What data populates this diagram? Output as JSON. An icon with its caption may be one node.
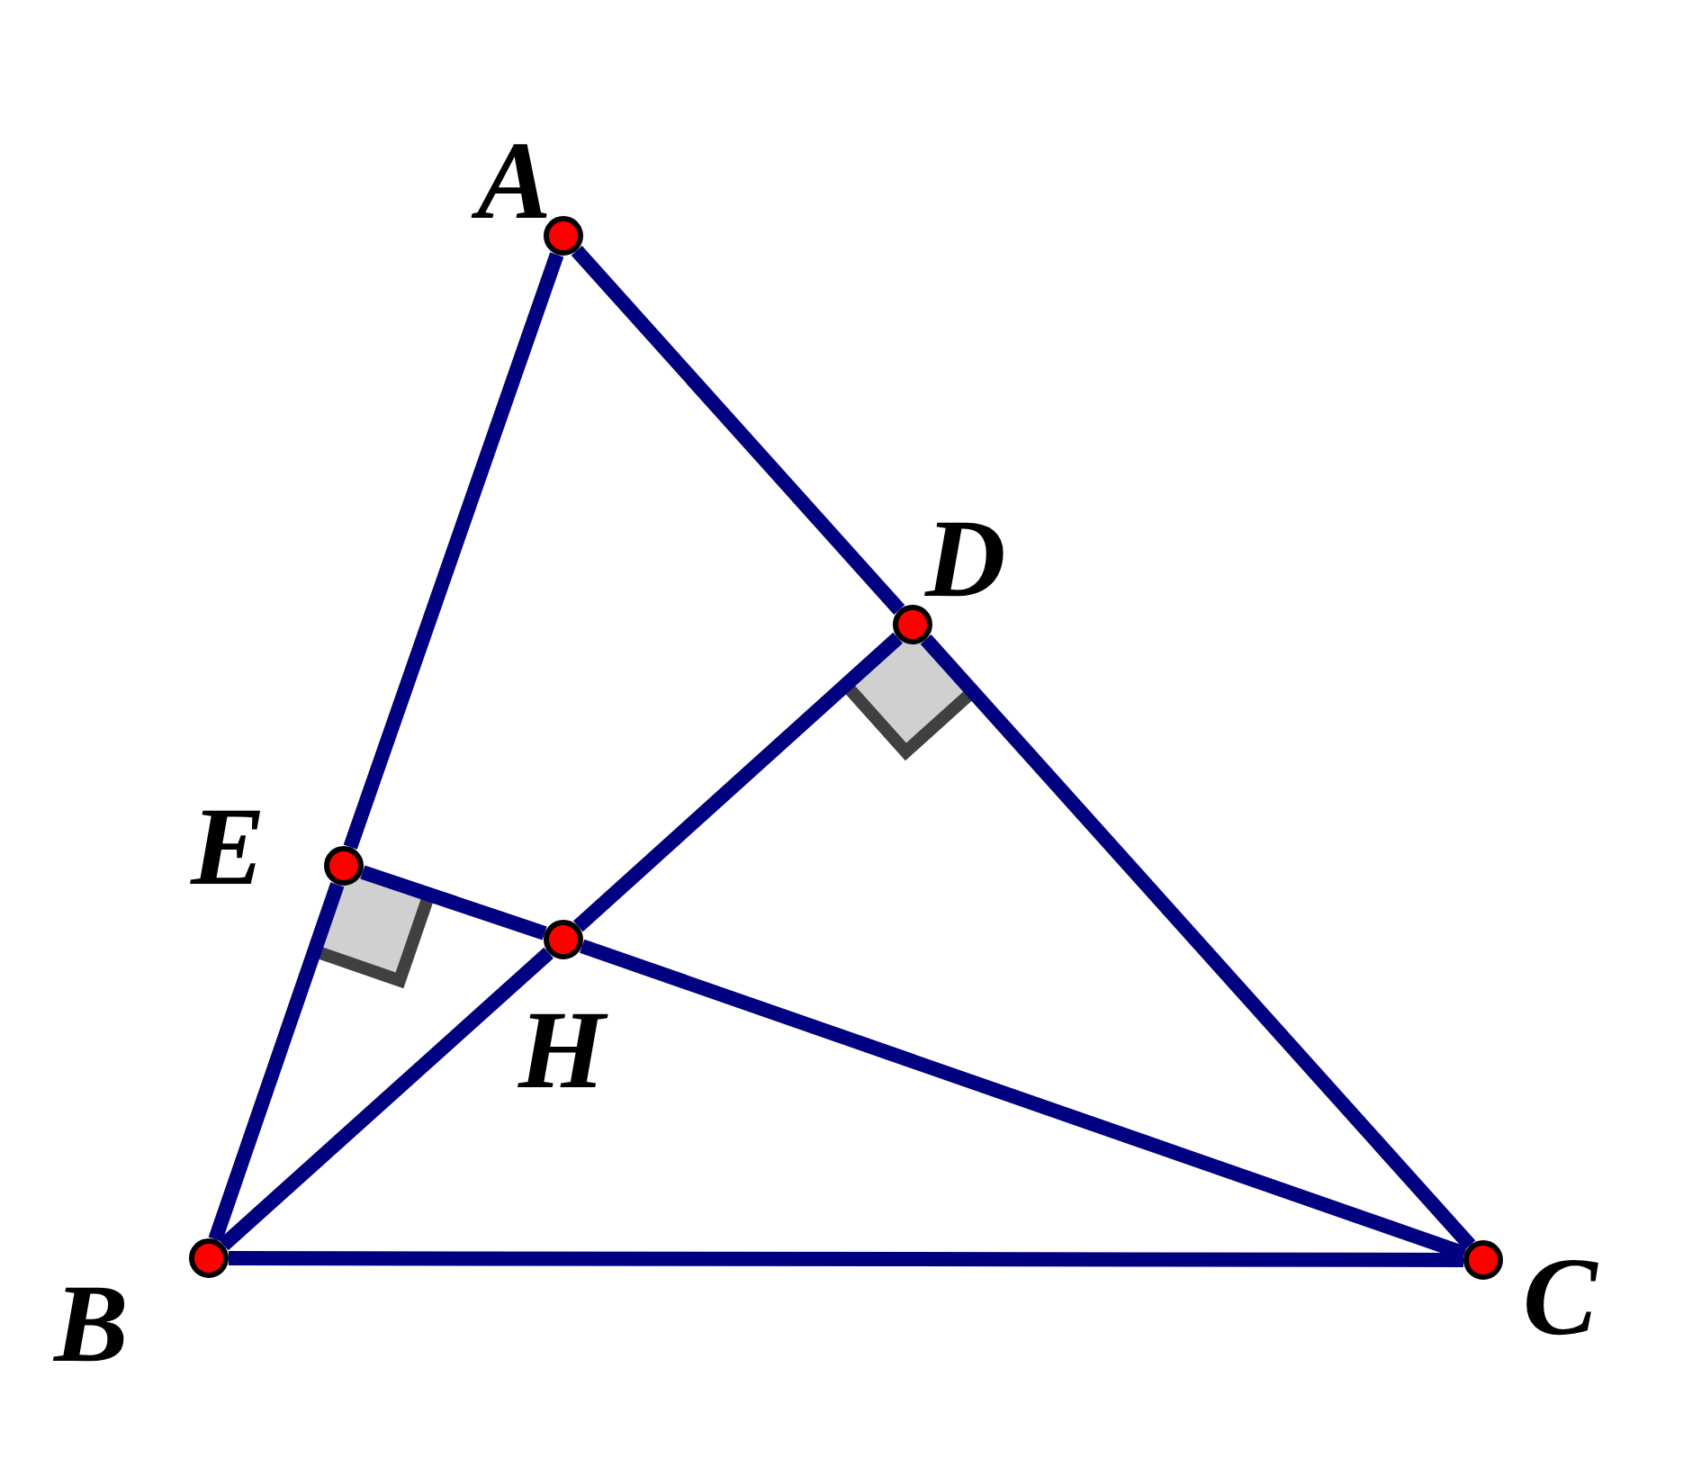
{
  "diagram": {
    "nodes": [
      {
        "text": [],
        "shape": "circle",
        "beside": [
          "A"
        ]
      },
      {
        "text": [],
        "shape": "circle",
        "beside": [
          "D"
        ]
      },
      {
        "text": [],
        "shape": "circle",
        "beside": [
          "E"
        ]
      },
      {
        "text": [],
        "shape": "circle",
        "beside": [
          "H"
        ]
      },
      {
        "text": [],
        "shape": "circle",
        "beside": [
          "B"
        ]
      },
      {
        "text": [],
        "shape": "circle",
        "beside": [
          "C"
        ]
      }
    ],
    "edges": [
      {
        "from": 0,
        "to": 2,
        "arrow": "none"
      },
      {
        "from": 2,
        "to": 4,
        "arrow": "none"
      },
      {
        "from": 0,
        "to": 1,
        "arrow": "none"
      },
      {
        "from": 1,
        "to": 5,
        "arrow": "none"
      },
      {
        "from": 4,
        "to": 5,
        "arrow": "none"
      },
      {
        "from": 4,
        "to": 3,
        "arrow": "none"
      },
      {
        "from": 3,
        "to": 1,
        "arrow": "none"
      },
      {
        "from": 2,
        "to": 3,
        "arrow": "none"
      },
      {
        "from": 3,
        "to": 5,
        "arrow": "none"
      }
    ]
  }
}
